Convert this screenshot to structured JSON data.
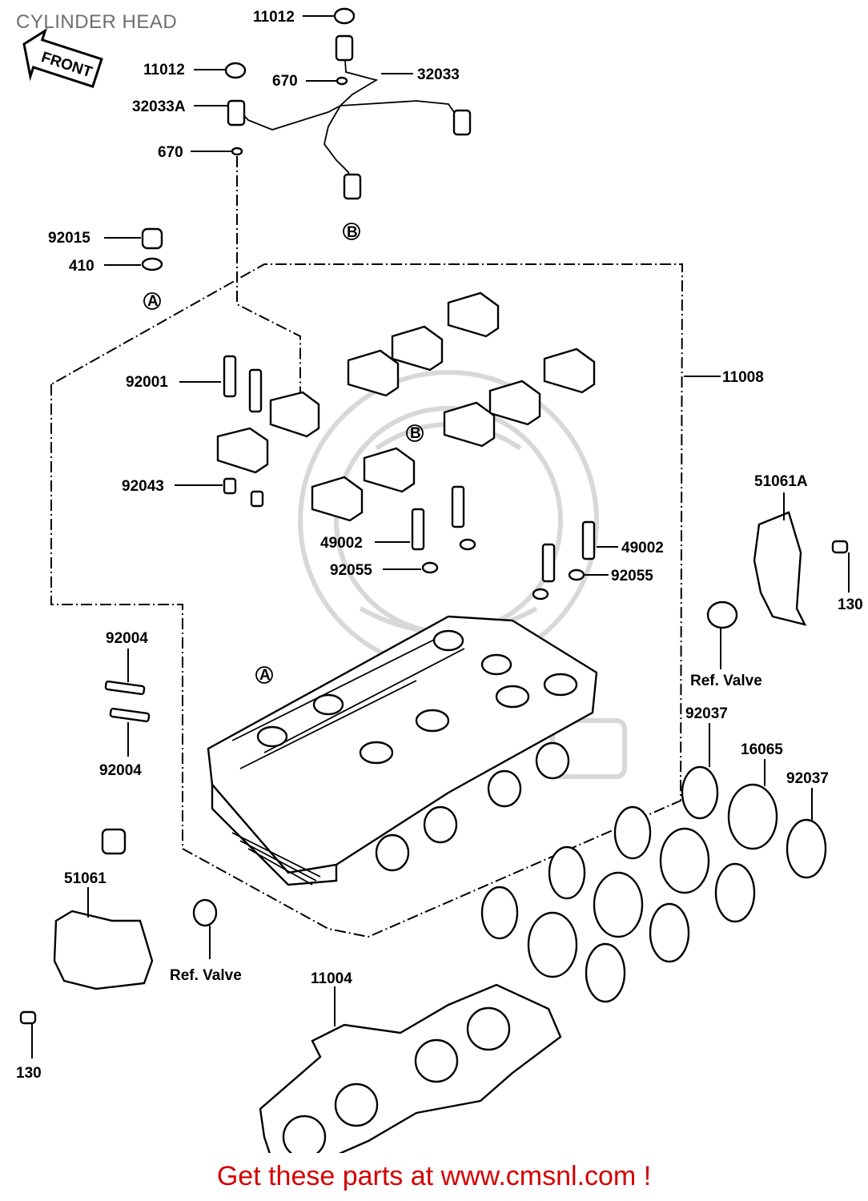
{
  "title": "CYLINDER HEAD",
  "front_label": "FRONT",
  "footer_text": "Get these parts at www.cmsnl.com !",
  "colors": {
    "footer": "#d40000",
    "title": "#6e6e6e",
    "watermark": "#d8d8d8"
  },
  "callouts": {
    "c11012a": "11012",
    "c11012b": "11012",
    "c32033": "32033",
    "c670a": "670",
    "c32033A": "32033A",
    "c670b": "670",
    "cB_top": "B",
    "c92015": "92015",
    "c410": "410",
    "cA_top": "A",
    "c92001": "92001",
    "c11008": "11008",
    "cB_mid": "B",
    "c92043": "92043",
    "c51061A": "51061A",
    "c49002a": "49002",
    "c49002b": "49002",
    "c92055a": "92055",
    "c92055b": "92055",
    "c130a": "130",
    "c92004a": "92004",
    "cRefValveA": "Ref. Valve",
    "cA_mid": "A",
    "c92037a": "92037",
    "c16065": "16065",
    "c92037b": "92037",
    "c92004b": "92004",
    "c51061": "51061",
    "cRefValveB": "Ref. Valve",
    "c11004": "11004",
    "c130b": "130"
  }
}
